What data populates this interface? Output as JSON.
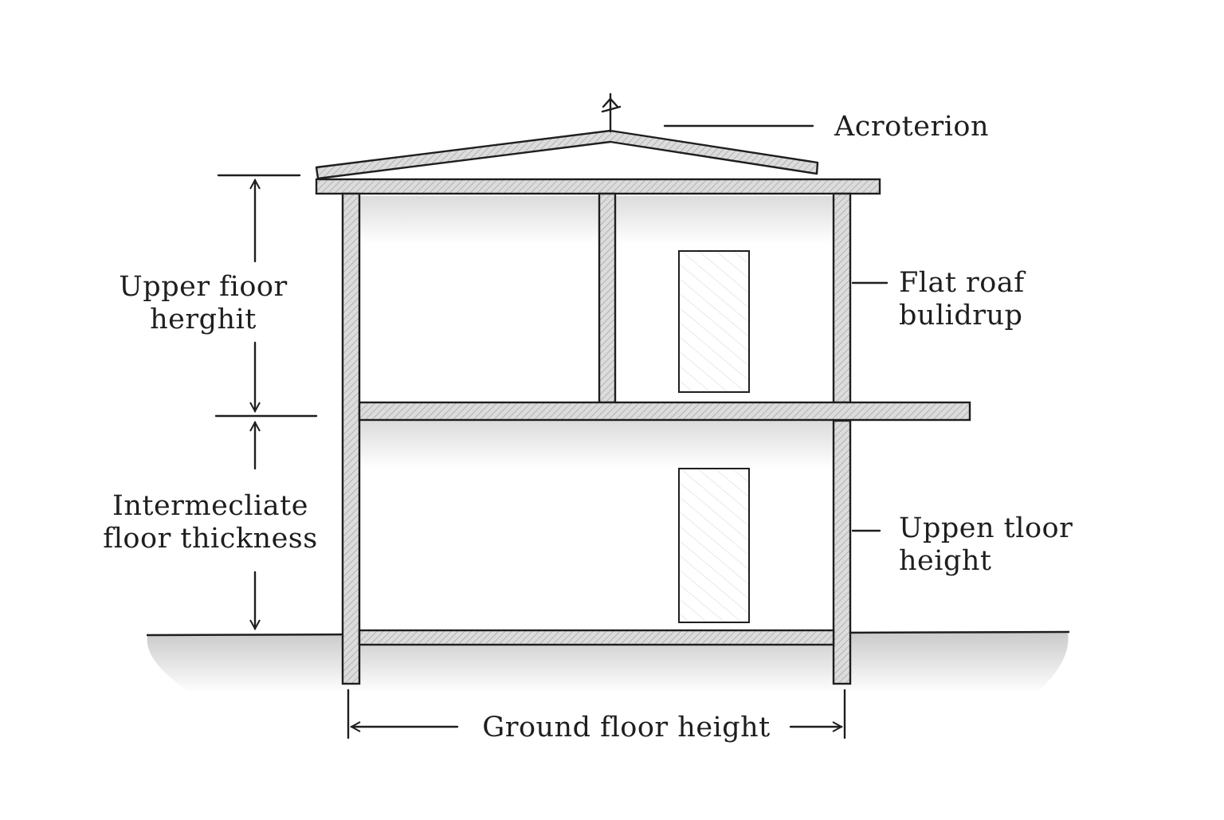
{
  "labels": {
    "acroterion": "Acroterion",
    "upper_floor_height_left": [
      "Upper fioor",
      "herghit"
    ],
    "intermediate_floor_thickness": [
      "Intermecliate",
      "floor thickness"
    ],
    "flat_roof_buildup": [
      "Flat roaf",
      "bulidrup"
    ],
    "upper_floor_height_right": [
      "Uppen tloor",
      "height"
    ],
    "ground_floor_height": "Ground floor height"
  },
  "colors": {
    "ink": "#1e1e1e",
    "member_fill": "#d9d9d9",
    "shade": "#9a9a9a",
    "paper": "#ffffff"
  }
}
